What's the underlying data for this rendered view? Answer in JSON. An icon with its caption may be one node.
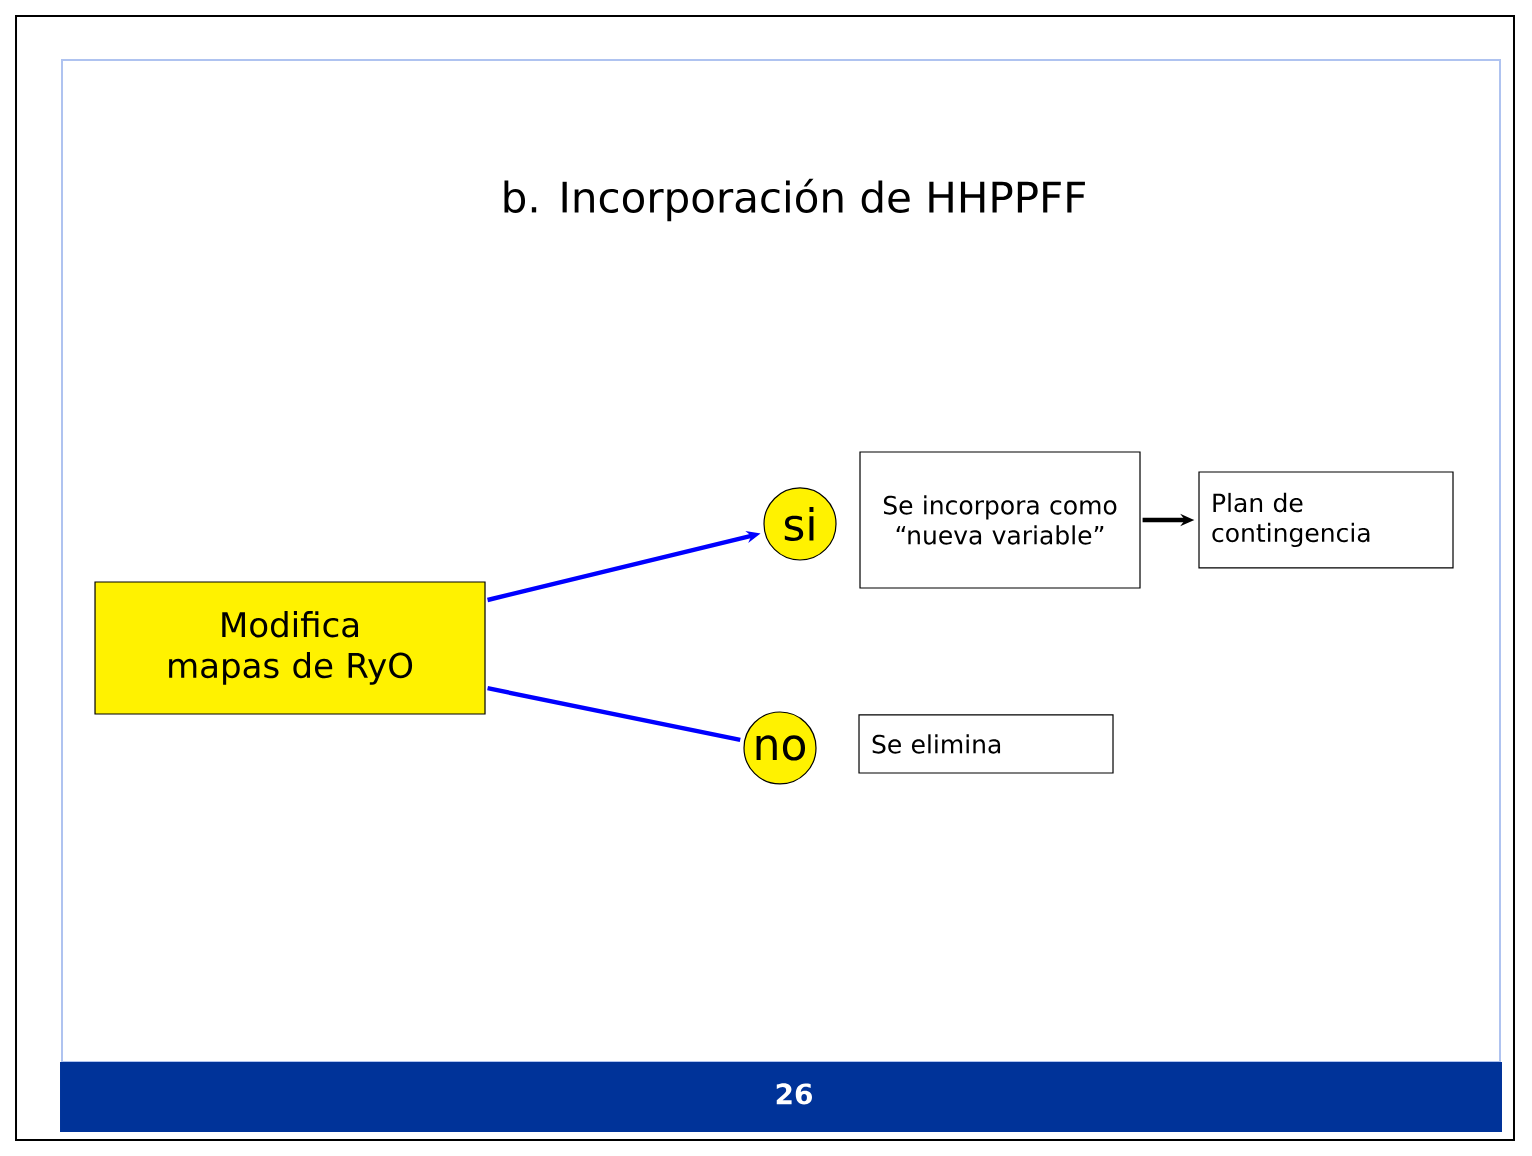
{
  "diagram": {
    "title": "b. Incorporación de HHPPFF",
    "nodes": [
      {
        "text": [
          "Modifica mapas de RyO"
        ]
      },
      {
        "text": [
          "si"
        ]
      },
      {
        "text": [
          "no"
        ]
      },
      {
        "text": [
          "Se incorpora como “nueva variable”"
        ]
      },
      {
        "text": [
          "Plan de contingencia"
        ]
      },
      {
        "text": [
          "Se elimina"
        ]
      }
    ],
    "edges": [
      {
        "from": 0,
        "to": 1,
        "arrow": "to",
        "color": "#0000ff"
      },
      {
        "from": 0,
        "to": 2,
        "arrow": "none",
        "color": "#0000ff"
      },
      {
        "from": 3,
        "to": 4,
        "arrow": "to",
        "color": "#000000"
      }
    ],
    "labels": [
      "26"
    ]
  }
}
